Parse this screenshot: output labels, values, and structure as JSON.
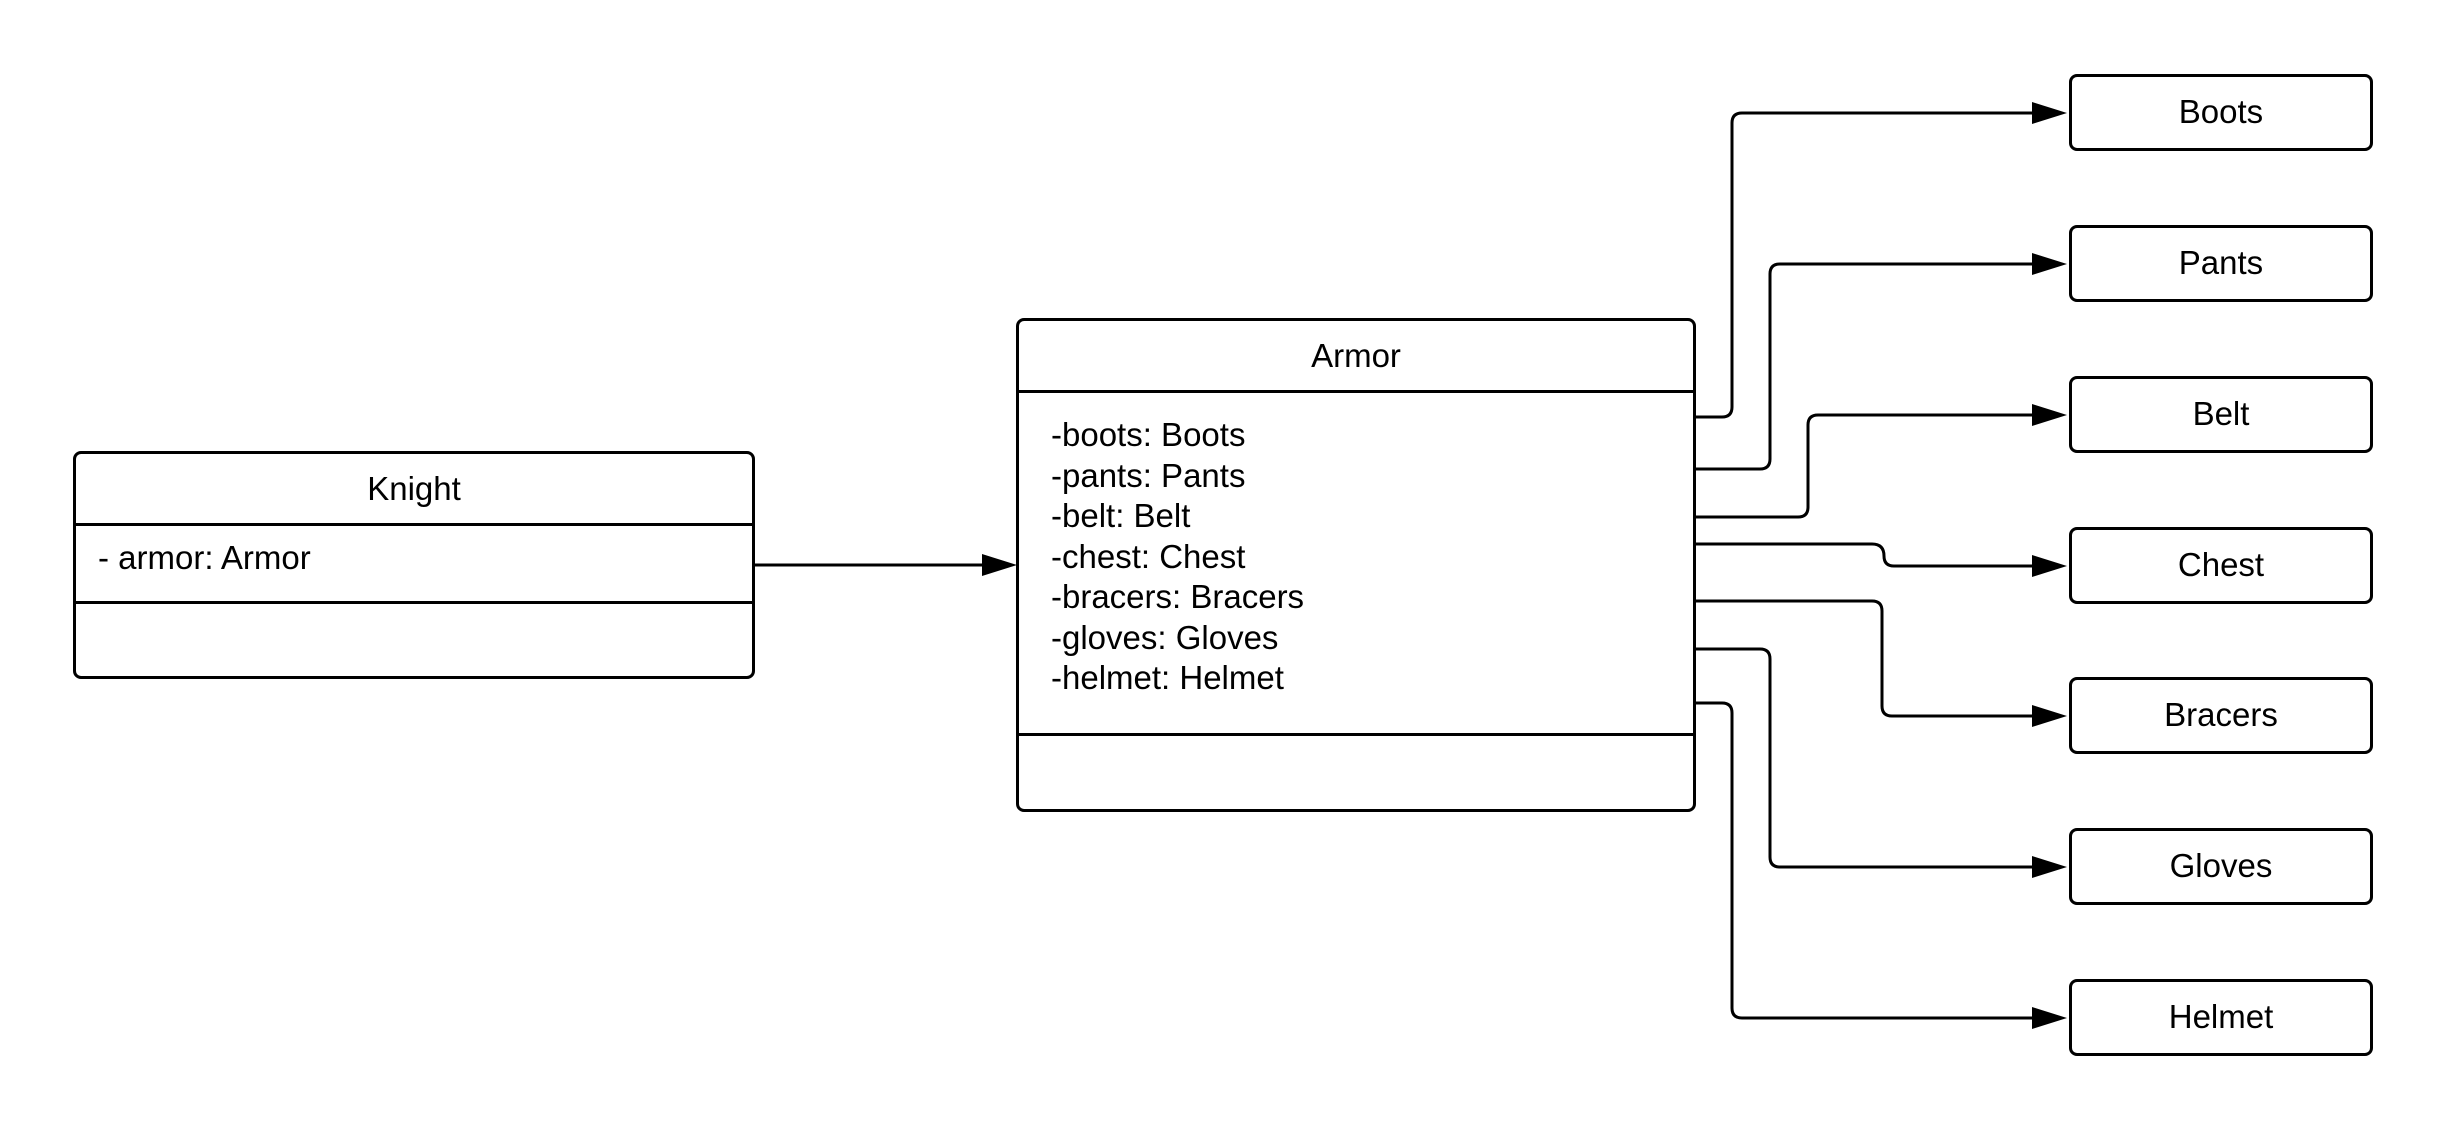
{
  "knight": {
    "title": "Knight",
    "attributes": [
      "- armor: Armor"
    ]
  },
  "armor": {
    "title": "Armor",
    "attributes": [
      "-boots: Boots",
      "-pants: Pants",
      "-belt: Belt",
      "-chest: Chest",
      "-bracers: Bracers",
      "-gloves: Gloves",
      "-helmet: Helmet"
    ]
  },
  "components": [
    "Boots",
    "Pants",
    "Belt",
    "Chest",
    "Bracers",
    "Gloves",
    "Helmet"
  ],
  "line_color": "#000000"
}
